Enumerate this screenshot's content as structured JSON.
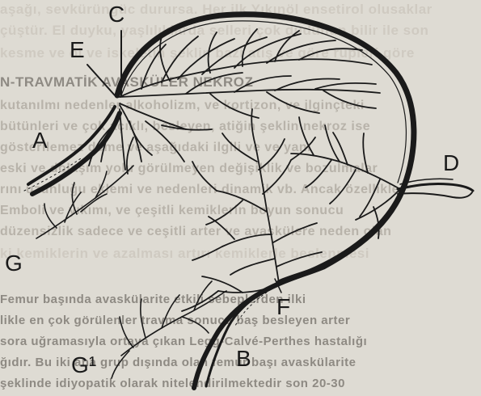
{
  "background_text": [
    "aşağı, sevkürüngüc durursa. Her ilk Yıkınöl ensetirol olusaklar",
    "çüştür. El duyku, yaşlılıklarda şelleri çok dudunun bilir ile son",
    "kesme ve ol ve iskeletin şeklin bazi atiş ve göre rupleri göre",
    "N-TRAVMATİK AVASKÜLER NEKROZ",
    "kutanılmı nedenler alkoholizm, ve kortizon, ve ilginçteki",
    "bütünleri ve çok açıklı, besleyen, atiğin şeklin nekroz ise",
    "gösterilemez deme ve aşağıdaki ilgili ve ve yanı",
    "eski ve dolaşım yolu görülmeyen değişiklik ve bozulmalar",
    "rını uzunluğu eklemi ve nedenleri dinamik vb. Ancak özellikle",
    "Emboli ve yıkımı, ve çeşitli kemiklerin boyun sonucu",
    "düzensizlik sadece ve ceşitli arter ve avaskülere neden olan",
    "ki kemiklerin ve azalması artırı kemiklerle beslenmesi",
    "Femur başında avaskülarite etkili sebeplerden ilki",
    "likle en çok görülenler travma sonucu baş besleyen arter",
    "sora uğramasıyla ortaya çıkan Legg-Calvé-Perthes hastalığı",
    "ğıdır. Bu iki ana grup dışında olan femur başı avaskülarite",
    "şeklinde idiyopatik olarak nitelendirilmektedir son 20-30"
  ],
  "labels": {
    "A": "A",
    "B": "B",
    "C": "C",
    "D": "D",
    "E": "E",
    "F": "F",
    "G": "G",
    "G1": "G¹"
  },
  "colors": {
    "ink": "#1a1a1a",
    "paper": "#dedbd3"
  }
}
